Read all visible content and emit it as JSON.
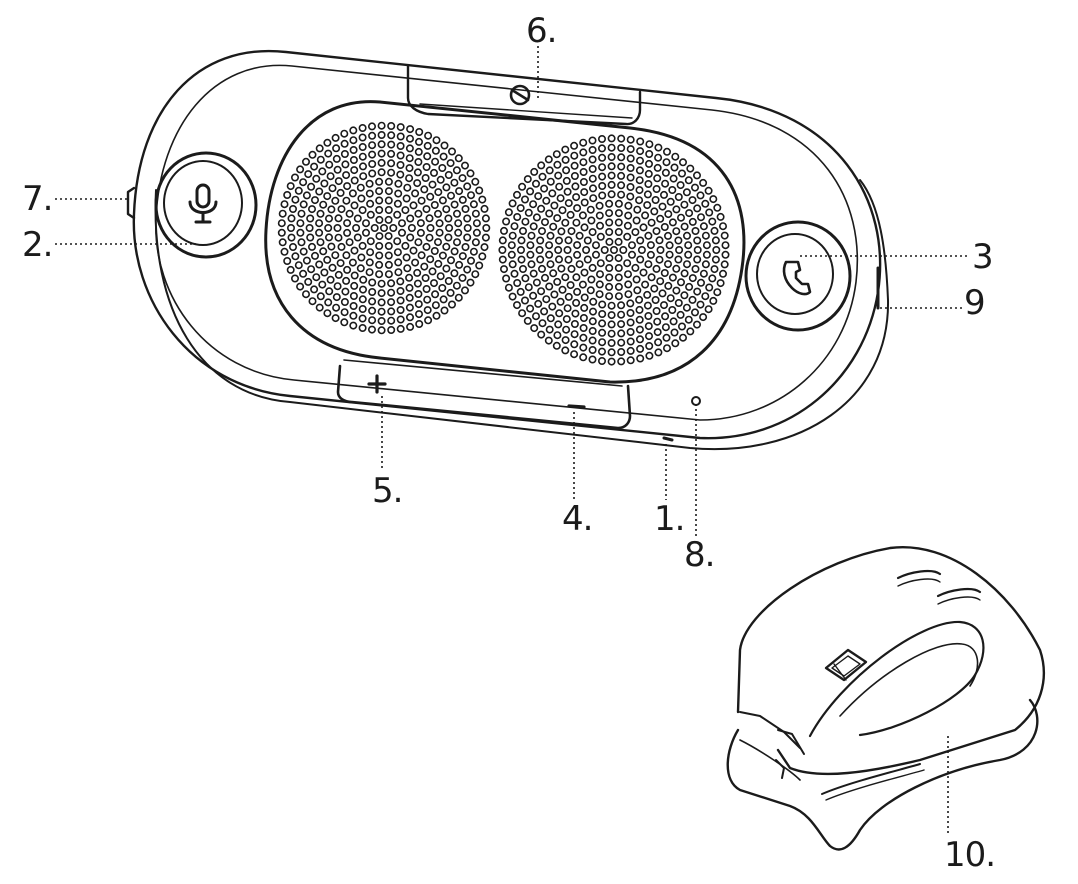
{
  "callouts": {
    "c1": "1.",
    "c2": "2.",
    "c3": "3",
    "c4": "4.",
    "c5": "5.",
    "c6": "6.",
    "c7": "7.",
    "c8": "8.",
    "c9": "9",
    "c10": "10."
  },
  "icons": {
    "mic_button": "microphone-icon",
    "call_button": "phone-icon",
    "volume_up": "plus-icon",
    "volume_down": "minus-icon"
  },
  "colors": {
    "line": "#1b1b1b",
    "background": "#ffffff"
  }
}
